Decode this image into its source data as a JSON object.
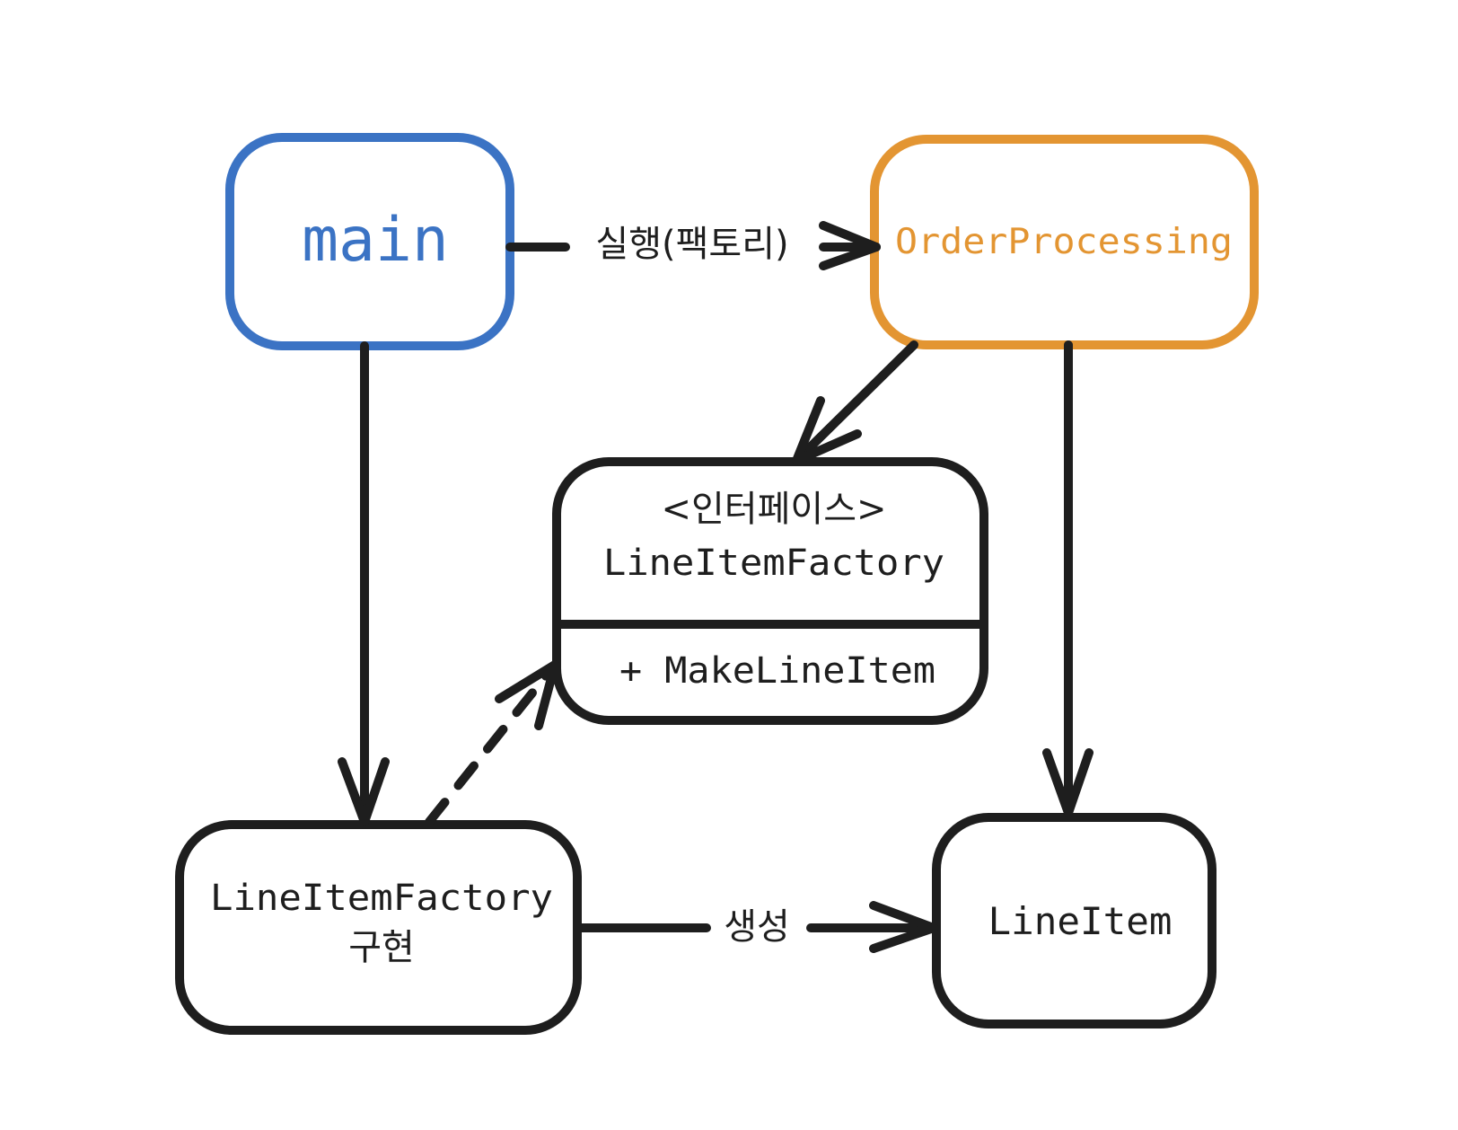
{
  "colors": {
    "ink": "#1e1e1e",
    "main": "#3b73c4",
    "order": "#e39532",
    "background": "#ffffff"
  },
  "nodes": {
    "main": {
      "label": "main"
    },
    "order_processing": {
      "label": "OrderProcessing"
    },
    "interface": {
      "stereotype": "<인터페이스>",
      "name": "LineItemFactory",
      "method": "+ MakeLineItem"
    },
    "factory_impl": {
      "line1": "LineItemFactory",
      "line2": "구현"
    },
    "line_item": {
      "label": "LineItem"
    }
  },
  "edges": {
    "main_to_order": {
      "label": "실행(팩토리)"
    },
    "impl_to_lineitem": {
      "label": "생성"
    }
  }
}
